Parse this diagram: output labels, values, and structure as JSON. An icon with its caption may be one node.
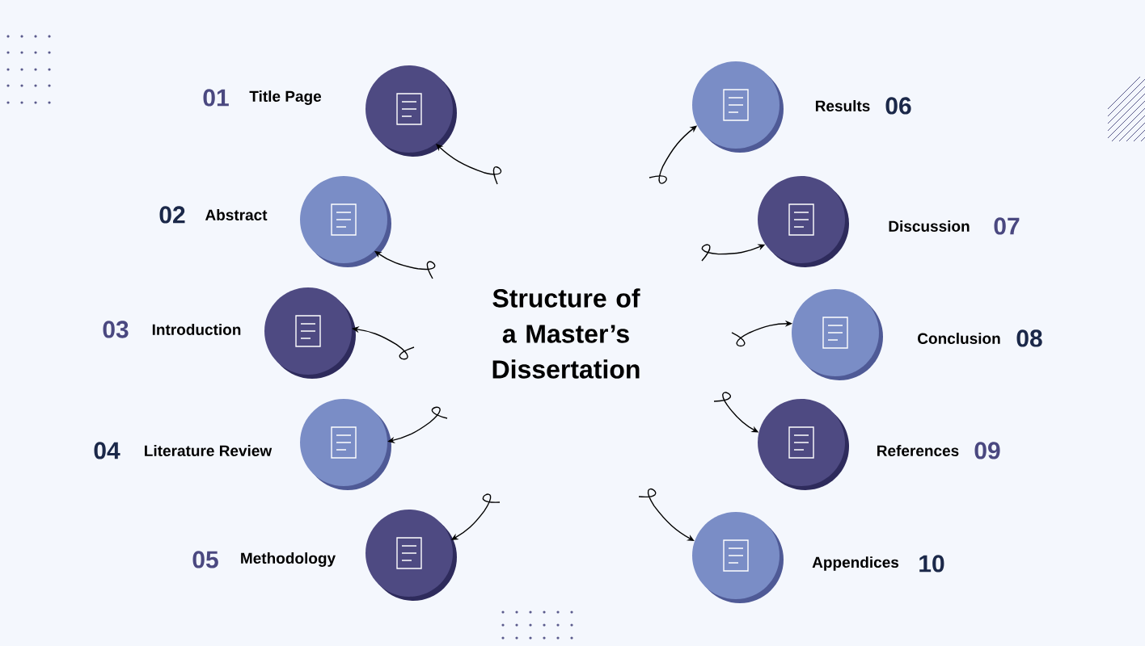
{
  "diagram": {
    "title": "Structure of a Master’s Dissertation",
    "nodes": [
      {
        "text": [],
        "shape": "circle",
        "beside": [
          "01",
          "Title Page"
        ]
      },
      {
        "text": [],
        "shape": "circle",
        "beside": [
          "02",
          "Abstract"
        ]
      },
      {
        "text": [],
        "shape": "circle",
        "beside": [
          "03",
          "Introduction"
        ]
      },
      {
        "text": [],
        "shape": "circle",
        "beside": [
          "04",
          "Literature Review"
        ]
      },
      {
        "text": [],
        "shape": "circle",
        "beside": [
          "05",
          "Methodology"
        ]
      },
      {
        "text": [],
        "shape": "circle",
        "beside": [
          "Results",
          "06"
        ]
      },
      {
        "text": [],
        "shape": "circle",
        "beside": [
          "Discussion",
          "07"
        ]
      },
      {
        "text": [],
        "shape": "circle",
        "beside": [
          "Conclusion",
          "08"
        ]
      },
      {
        "text": [],
        "shape": "circle",
        "beside": [
          "References",
          "09"
        ]
      },
      {
        "text": [],
        "shape": "circle",
        "beside": [
          "Appendices",
          "10"
        ]
      }
    ],
    "edges": [
      {
        "from": null,
        "to": 0,
        "arrow": "to"
      },
      {
        "from": null,
        "to": 1,
        "arrow": "to"
      },
      {
        "from": null,
        "to": 2,
        "arrow": "to"
      },
      {
        "from": null,
        "to": 3,
        "arrow": "to"
      },
      {
        "from": null,
        "to": 4,
        "arrow": "to"
      },
      {
        "from": null,
        "to": 5,
        "arrow": "to"
      },
      {
        "from": null,
        "to": 6,
        "arrow": "to"
      },
      {
        "from": null,
        "to": 7,
        "arrow": "to"
      },
      {
        "from": null,
        "to": 8,
        "arrow": "to"
      },
      {
        "from": null,
        "to": 9,
        "arrow": "to"
      }
    ]
  }
}
